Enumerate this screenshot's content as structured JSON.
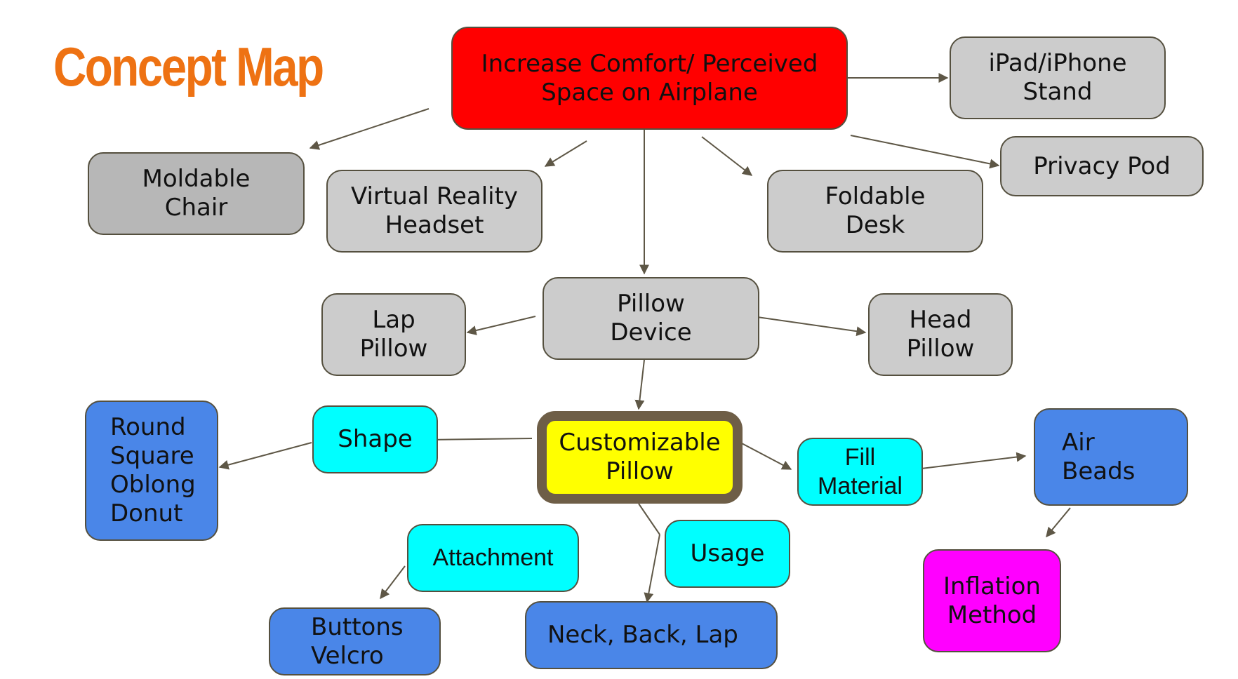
{
  "title": {
    "text": "Concept Map",
    "color": "#ee7213"
  },
  "colors": {
    "root": "#ff0000",
    "gray": "#cccccc",
    "dark_gray": "#b7b7b7",
    "center": "#ffff00",
    "center_border": "#6e5e47",
    "cyan": "#00ffff",
    "blue": "#4a86e8",
    "magenta": "#ff00ff",
    "arrow": "#5e5746"
  },
  "nodes": {
    "increase_comfort": {
      "lines": [
        "Increase Comfort/ Perceived",
        "Space on Airplane"
      ]
    },
    "ipad_stand": {
      "lines": [
        "iPad/iPhone",
        "Stand"
      ]
    },
    "privacy_pod": {
      "lines": [
        "Privacy Pod"
      ]
    },
    "moldable_chair": {
      "lines": [
        "Moldable",
        "Chair"
      ]
    },
    "vr_headset": {
      "lines": [
        "Virtual Reality",
        "Headset"
      ]
    },
    "foldable_desk": {
      "lines": [
        "Foldable",
        "Desk"
      ]
    },
    "pillow_device": {
      "lines": [
        "Pillow",
        "Device"
      ]
    },
    "lap_pillow": {
      "lines": [
        "Lap",
        "Pillow"
      ]
    },
    "head_pillow": {
      "lines": [
        "Head",
        "Pillow"
      ]
    },
    "customizable_pillow": {
      "lines": [
        "Customizable",
        "Pillow"
      ]
    },
    "shape": {
      "lines": [
        "Shape"
      ]
    },
    "shapes_list": {
      "lines": [
        "Round",
        "Square",
        "Oblong",
        "Donut"
      ]
    },
    "fill_material": {
      "lines": [
        "Fill",
        "Material"
      ]
    },
    "air_beads": {
      "lines": [
        "Air",
        "Beads"
      ]
    },
    "inflation_method": {
      "lines": [
        "Inflation",
        "Method"
      ]
    },
    "attachment": {
      "lines": [
        "Attachment"
      ]
    },
    "buttons_velcro": {
      "lines": [
        "Buttons",
        "Velcro"
      ]
    },
    "usage": {
      "lines": [
        "Usage"
      ]
    },
    "neck_back_lap": {
      "lines": [
        "Neck, Back, Lap"
      ]
    }
  }
}
